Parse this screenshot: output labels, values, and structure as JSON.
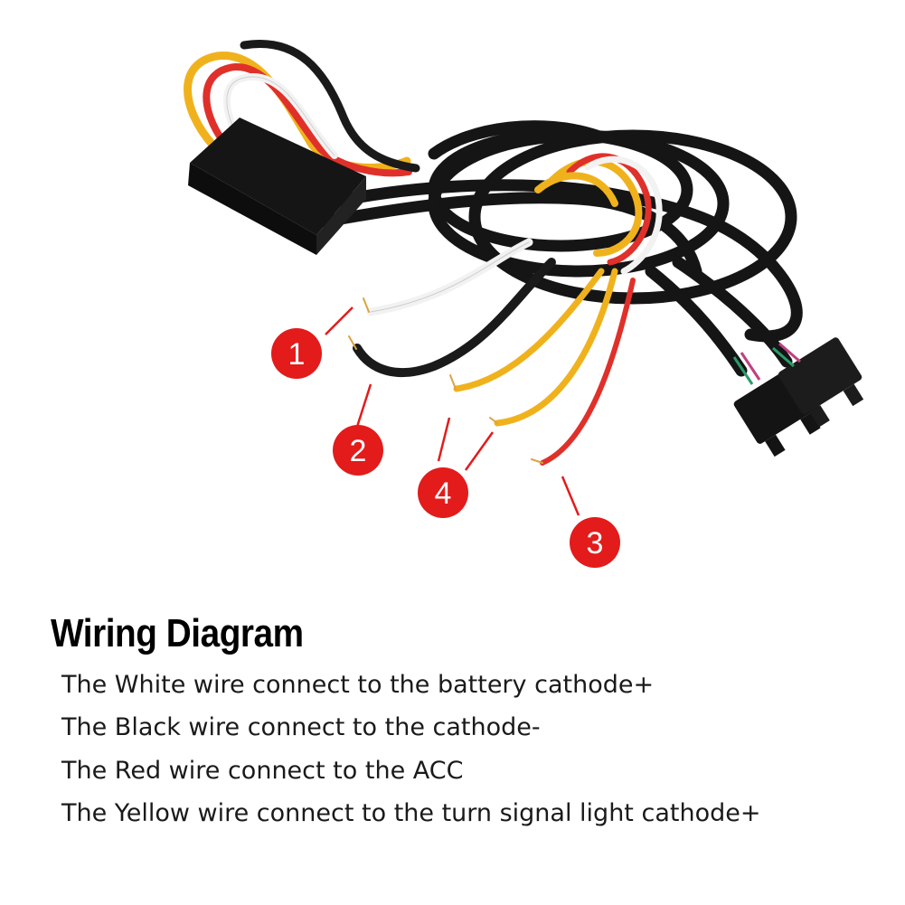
{
  "colors": {
    "white_wire": "#f2f2f2",
    "black_wire": "#1a1a1a",
    "red_wire": "#e0302a",
    "yellow_wire": "#f0b21c",
    "marker": "#e31b1b",
    "module": "#151515"
  },
  "markers": [
    "1",
    "2",
    "3",
    "4"
  ],
  "diagram": {
    "title": "Wiring Diagram",
    "lines": [
      "The White wire connect to the battery cathode+",
      "The Black wire connect to the cathode-",
      "The Red wire connect to the ACC",
      "The Yellow wire connect to the turn signal light cathode+"
    ]
  }
}
